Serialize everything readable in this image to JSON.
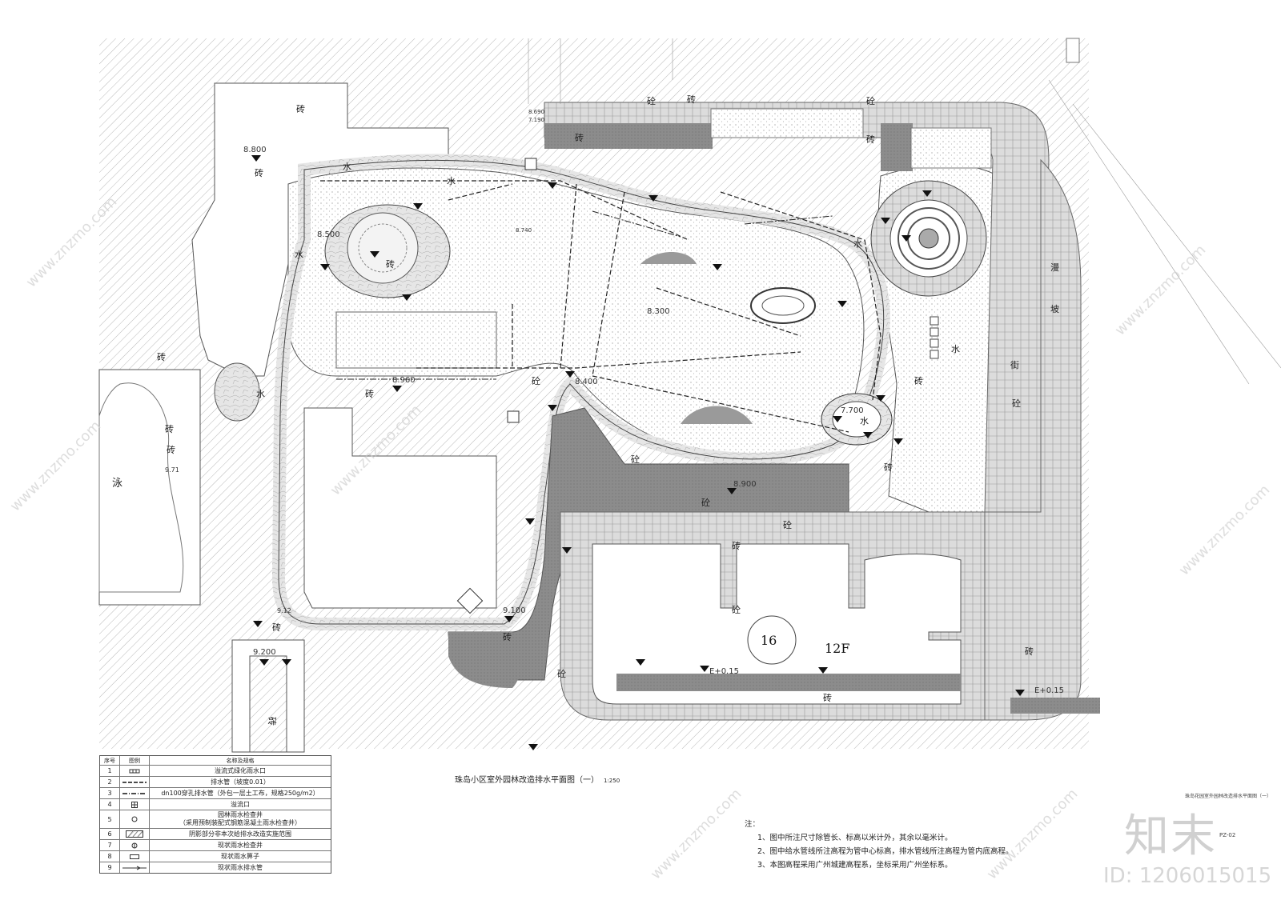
{
  "drawing": {
    "title": "珠岛小区室外园林改造排水平面图（一）",
    "scale": "1:250",
    "sheet_title_small": "珠岛花园室外园林改造排水平面图（一）",
    "sheet_code": "PZ-02"
  },
  "building": {
    "number": "16",
    "floors": "12F"
  },
  "materials": {
    "brick": "砖",
    "concrete": "砼",
    "water": "水",
    "pool": "泳",
    "slope": "漫",
    "slope2": "坡",
    "shop": "街"
  },
  "elevations": {
    "e1": "8.800",
    "e2": "9.200",
    "e3": "9.100",
    "e4": "9.12",
    "e5": "8.500",
    "e6": "8.960",
    "e7": "7.700",
    "e8": "8.300",
    "e9": "8.400",
    "e10": "8.740",
    "e11": "8.900",
    "e12": "E+0.15",
    "e13": "E+0.15",
    "e14": "8.690",
    "e15": "7.190",
    "e16": "9.71"
  },
  "legend": {
    "head": {
      "no": "序号",
      "symbol": "图例",
      "name": "名称及规格"
    },
    "rows": [
      {
        "no": "1",
        "name": "溢流式绿化雨水口"
      },
      {
        "no": "2",
        "name": "排水管（坡度0.01）"
      },
      {
        "no": "3",
        "name": "dn100穿孔排水管（外包一层土工布，规格250g/m2）"
      },
      {
        "no": "4",
        "name": "溢流口"
      },
      {
        "no": "5",
        "name": "园林雨水检查井",
        "sub": "（采用预制装配式钢筋混凝土雨水检查井）"
      },
      {
        "no": "6",
        "name": "阴影部分非本次给排水改造实施范围"
      },
      {
        "no": "7",
        "name": "现状雨水检查井"
      },
      {
        "no": "8",
        "name": "现状雨水箅子"
      },
      {
        "no": "9",
        "name": "现状雨水排水管"
      }
    ]
  },
  "notes": {
    "label": "注：",
    "items": [
      "1、图中所注尺寸除管长、标高以米计外，其余以毫米计。",
      "2、图中给水管线所注高程为管中心标高，排水管线所注高程为管内底高程。",
      "3、本图高程采用广州城建高程系，坐标采用广州坐标系。"
    ]
  },
  "watermark": {
    "logo": "知末",
    "id": "ID: 1206015015",
    "url": "www.znzmo.com"
  }
}
